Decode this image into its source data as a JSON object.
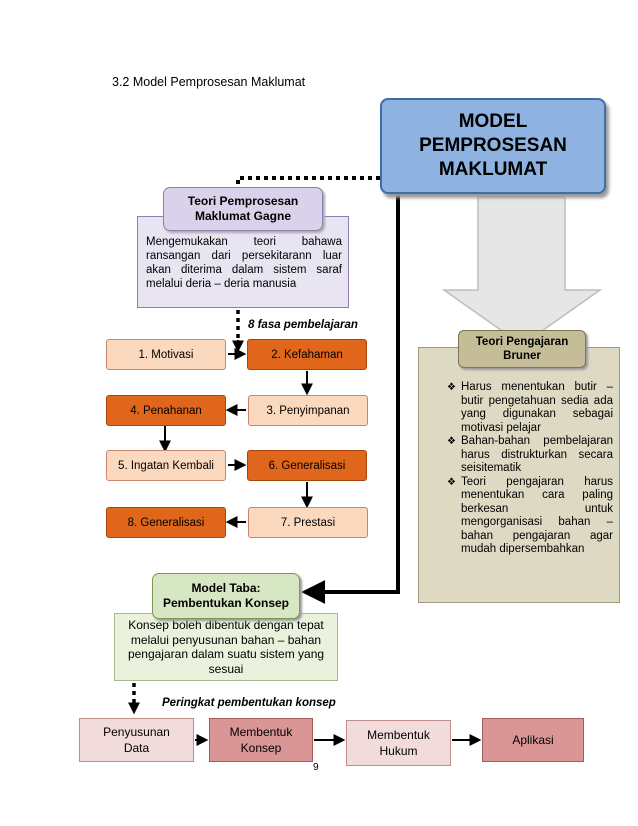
{
  "heading": "3.2 Model Pemprosesan Maklumat",
  "main_model": {
    "lines": [
      "MODEL",
      "PEMPROSESAN",
      "MAKLUMAT"
    ]
  },
  "gagne": {
    "title_lines": [
      "Teori Pemprosesan",
      "Maklumat Gagne"
    ],
    "description": "Mengemukakan teori bahawa ransangan dari persekitarann luar akan diterima dalam sistem saraf melalui deria – deria manusia"
  },
  "fase_label": "8 fasa pembelajaran",
  "phases": [
    {
      "label": "1.  Motivasi",
      "style": "light"
    },
    {
      "label": "2. Kefahaman",
      "style": "dark"
    },
    {
      "label": "3. Penyimpanan",
      "style": "light"
    },
    {
      "label": "4.  Penahanan",
      "style": "dark"
    },
    {
      "label": "5. Ingatan Kembali",
      "style": "light"
    },
    {
      "label": "6.  Generalisasi",
      "style": "dark"
    },
    {
      "label": "7. Prestasi",
      "style": "light"
    },
    {
      "label": "8.  Generalisasi",
      "style": "dark"
    }
  ],
  "bruner": {
    "title_lines": [
      "Teori Pengajaran",
      "Bruner"
    ],
    "points": [
      "Harus menentukan butir – butir pengetahuan sedia ada yang digunakan sebagai motivasi pelajar",
      "Bahan-bahan pembelajaran harus distrukturkan secara seisitematik",
      "Teori pengajaran harus menentukan cara paling berkesan untuk mengorganisasi bahan – bahan pengajaran agar mudah dipersembahkan"
    ]
  },
  "taba": {
    "title_lines": [
      "Model Taba:",
      "Pembentukan Konsep"
    ],
    "description": "Konsep boleh dibentuk dengan tepat melalui penyusunan bahan – bahan pengajaran dalam suatu sistem yang sesuai"
  },
  "peringkat_label": "Peringkat pembentukan konsep",
  "stages": [
    {
      "line1": "Penyusunan",
      "line2": "Data"
    },
    {
      "line1": "Membentuk",
      "line2": "Konsep"
    },
    {
      "line1": "Membentuk",
      "line2": "Hukum"
    },
    {
      "line1": "Aplikasi",
      "line2": ""
    }
  ],
  "page_number": "9",
  "colors": {
    "main_model": "#8fb3e0",
    "gagne": "#d9d2ea",
    "phase_light": "#fbd9bf",
    "phase_dark": "#e0661b",
    "bruner": "#ddd9c3",
    "taba": "#d8e7c3",
    "stage_light": "#f2dcdb",
    "stage_dark": "#d99694"
  }
}
